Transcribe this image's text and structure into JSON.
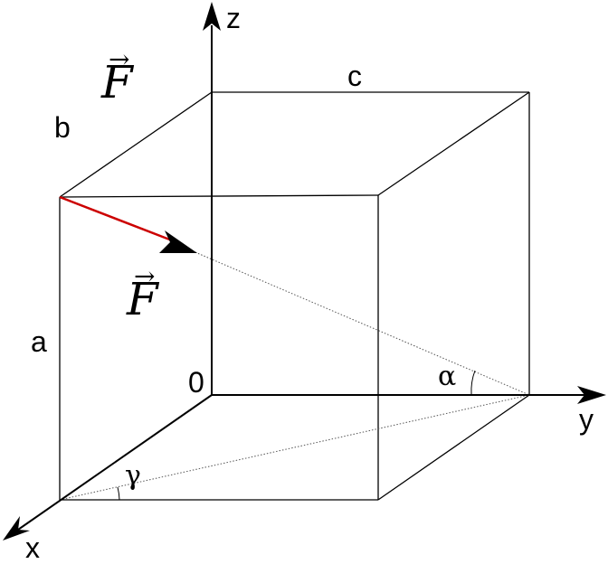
{
  "diagram": {
    "axes": {
      "x": "x",
      "y": "y",
      "z": "z",
      "origin": "0"
    },
    "edges": {
      "a": "a",
      "b": "b",
      "c": "c"
    },
    "angles": {
      "alpha": "α",
      "gamma": "γ"
    },
    "vector": {
      "name": "F",
      "arrow": "→"
    },
    "colors": {
      "line": "#000000",
      "force": "#cc0000",
      "dotted": "#555555"
    }
  }
}
